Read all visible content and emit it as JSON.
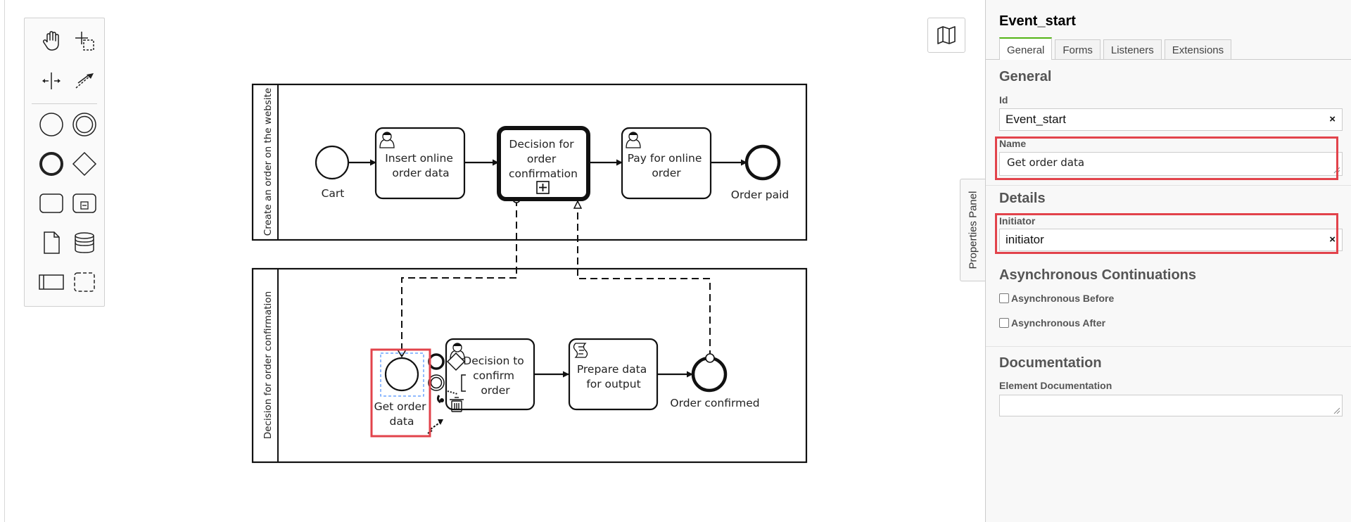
{
  "properties_panel": {
    "title": "Event_start",
    "tabs": [
      {
        "label": "General",
        "active": true
      },
      {
        "label": "Forms",
        "active": false
      },
      {
        "label": "Listeners",
        "active": false
      },
      {
        "label": "Extensions",
        "active": false
      }
    ],
    "general": {
      "group_title": "General",
      "id_label": "Id",
      "id_value": "Event_start",
      "name_label": "Name",
      "name_value": "Get order data"
    },
    "details": {
      "group_title": "Details",
      "initiator_label": "Initiator",
      "initiator_value": "initiator"
    },
    "async": {
      "group_title": "Asynchronous Continuations",
      "before_label": "Asynchronous Before",
      "before_checked": false,
      "after_label": "Asynchronous After",
      "after_checked": false
    },
    "documentation": {
      "group_title": "Documentation",
      "element_doc_label": "Element Documentation",
      "element_doc_value": ""
    },
    "toggle_label": "Properties Panel",
    "clear_icon": "×"
  },
  "diagram": {
    "lanes": [
      {
        "label": "Create an order on the website"
      },
      {
        "label": "Decision for order confirmation"
      }
    ],
    "elements": {
      "cart": "Cart",
      "insert_online_order_data": [
        "Insert online",
        "order data"
      ],
      "decision_for_order_confirmation": [
        "Decision for",
        "order",
        "confirmation"
      ],
      "pay_for_online_order": [
        "Pay for online",
        "order"
      ],
      "order_paid": "Order paid",
      "get_order_data": [
        "Get order",
        "data"
      ],
      "decision_to_confirm_order": [
        "Decision to",
        "confirm",
        "order"
      ],
      "prepare_data_for_output": [
        "Prepare data",
        "for output"
      ],
      "order_confirmed": "Order confirmed"
    }
  },
  "palette": {
    "tools": [
      "hand-tool-icon",
      "lasso-tool-icon",
      "space-tool-icon",
      "global-connect-tool-icon"
    ],
    "shapes": [
      "start-event-icon",
      "intermediate-event-icon",
      "end-event-icon",
      "gateway-icon",
      "task-icon",
      "subprocess-icon",
      "data-object-icon",
      "data-store-icon",
      "participant-icon",
      "group-icon"
    ]
  },
  "colors": {
    "accent": "#52b415",
    "highlight": "#e2434b",
    "selection": "#4d90fe"
  }
}
